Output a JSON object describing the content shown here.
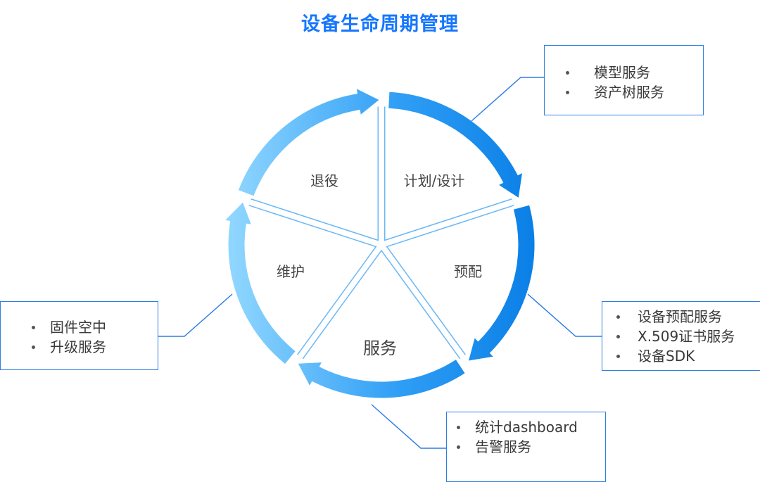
{
  "title": "设备生命周期管理",
  "segments": {
    "plan": "计划/设计",
    "provision": "预配",
    "service": "服务",
    "maintain": "维护",
    "retire": "退役"
  },
  "boxes": {
    "plan": {
      "items": [
        "模型服务",
        "资产树服务"
      ]
    },
    "provision": {
      "items": [
        "设备预配服务",
        "X.509证书服务",
        "设备SDK"
      ]
    },
    "service": {
      "items": [
        "统计dashboard",
        "告警服务"
      ]
    },
    "maintain": {
      "items": [
        "固件空中",
        "升级服务"
      ]
    }
  },
  "colors": {
    "title": "#1677ff",
    "arrow_dark": "#0a86ea",
    "arrow_light": "#8fd6ff",
    "box_border": "#2f7fe3",
    "connector": "#2f7fe3"
  }
}
